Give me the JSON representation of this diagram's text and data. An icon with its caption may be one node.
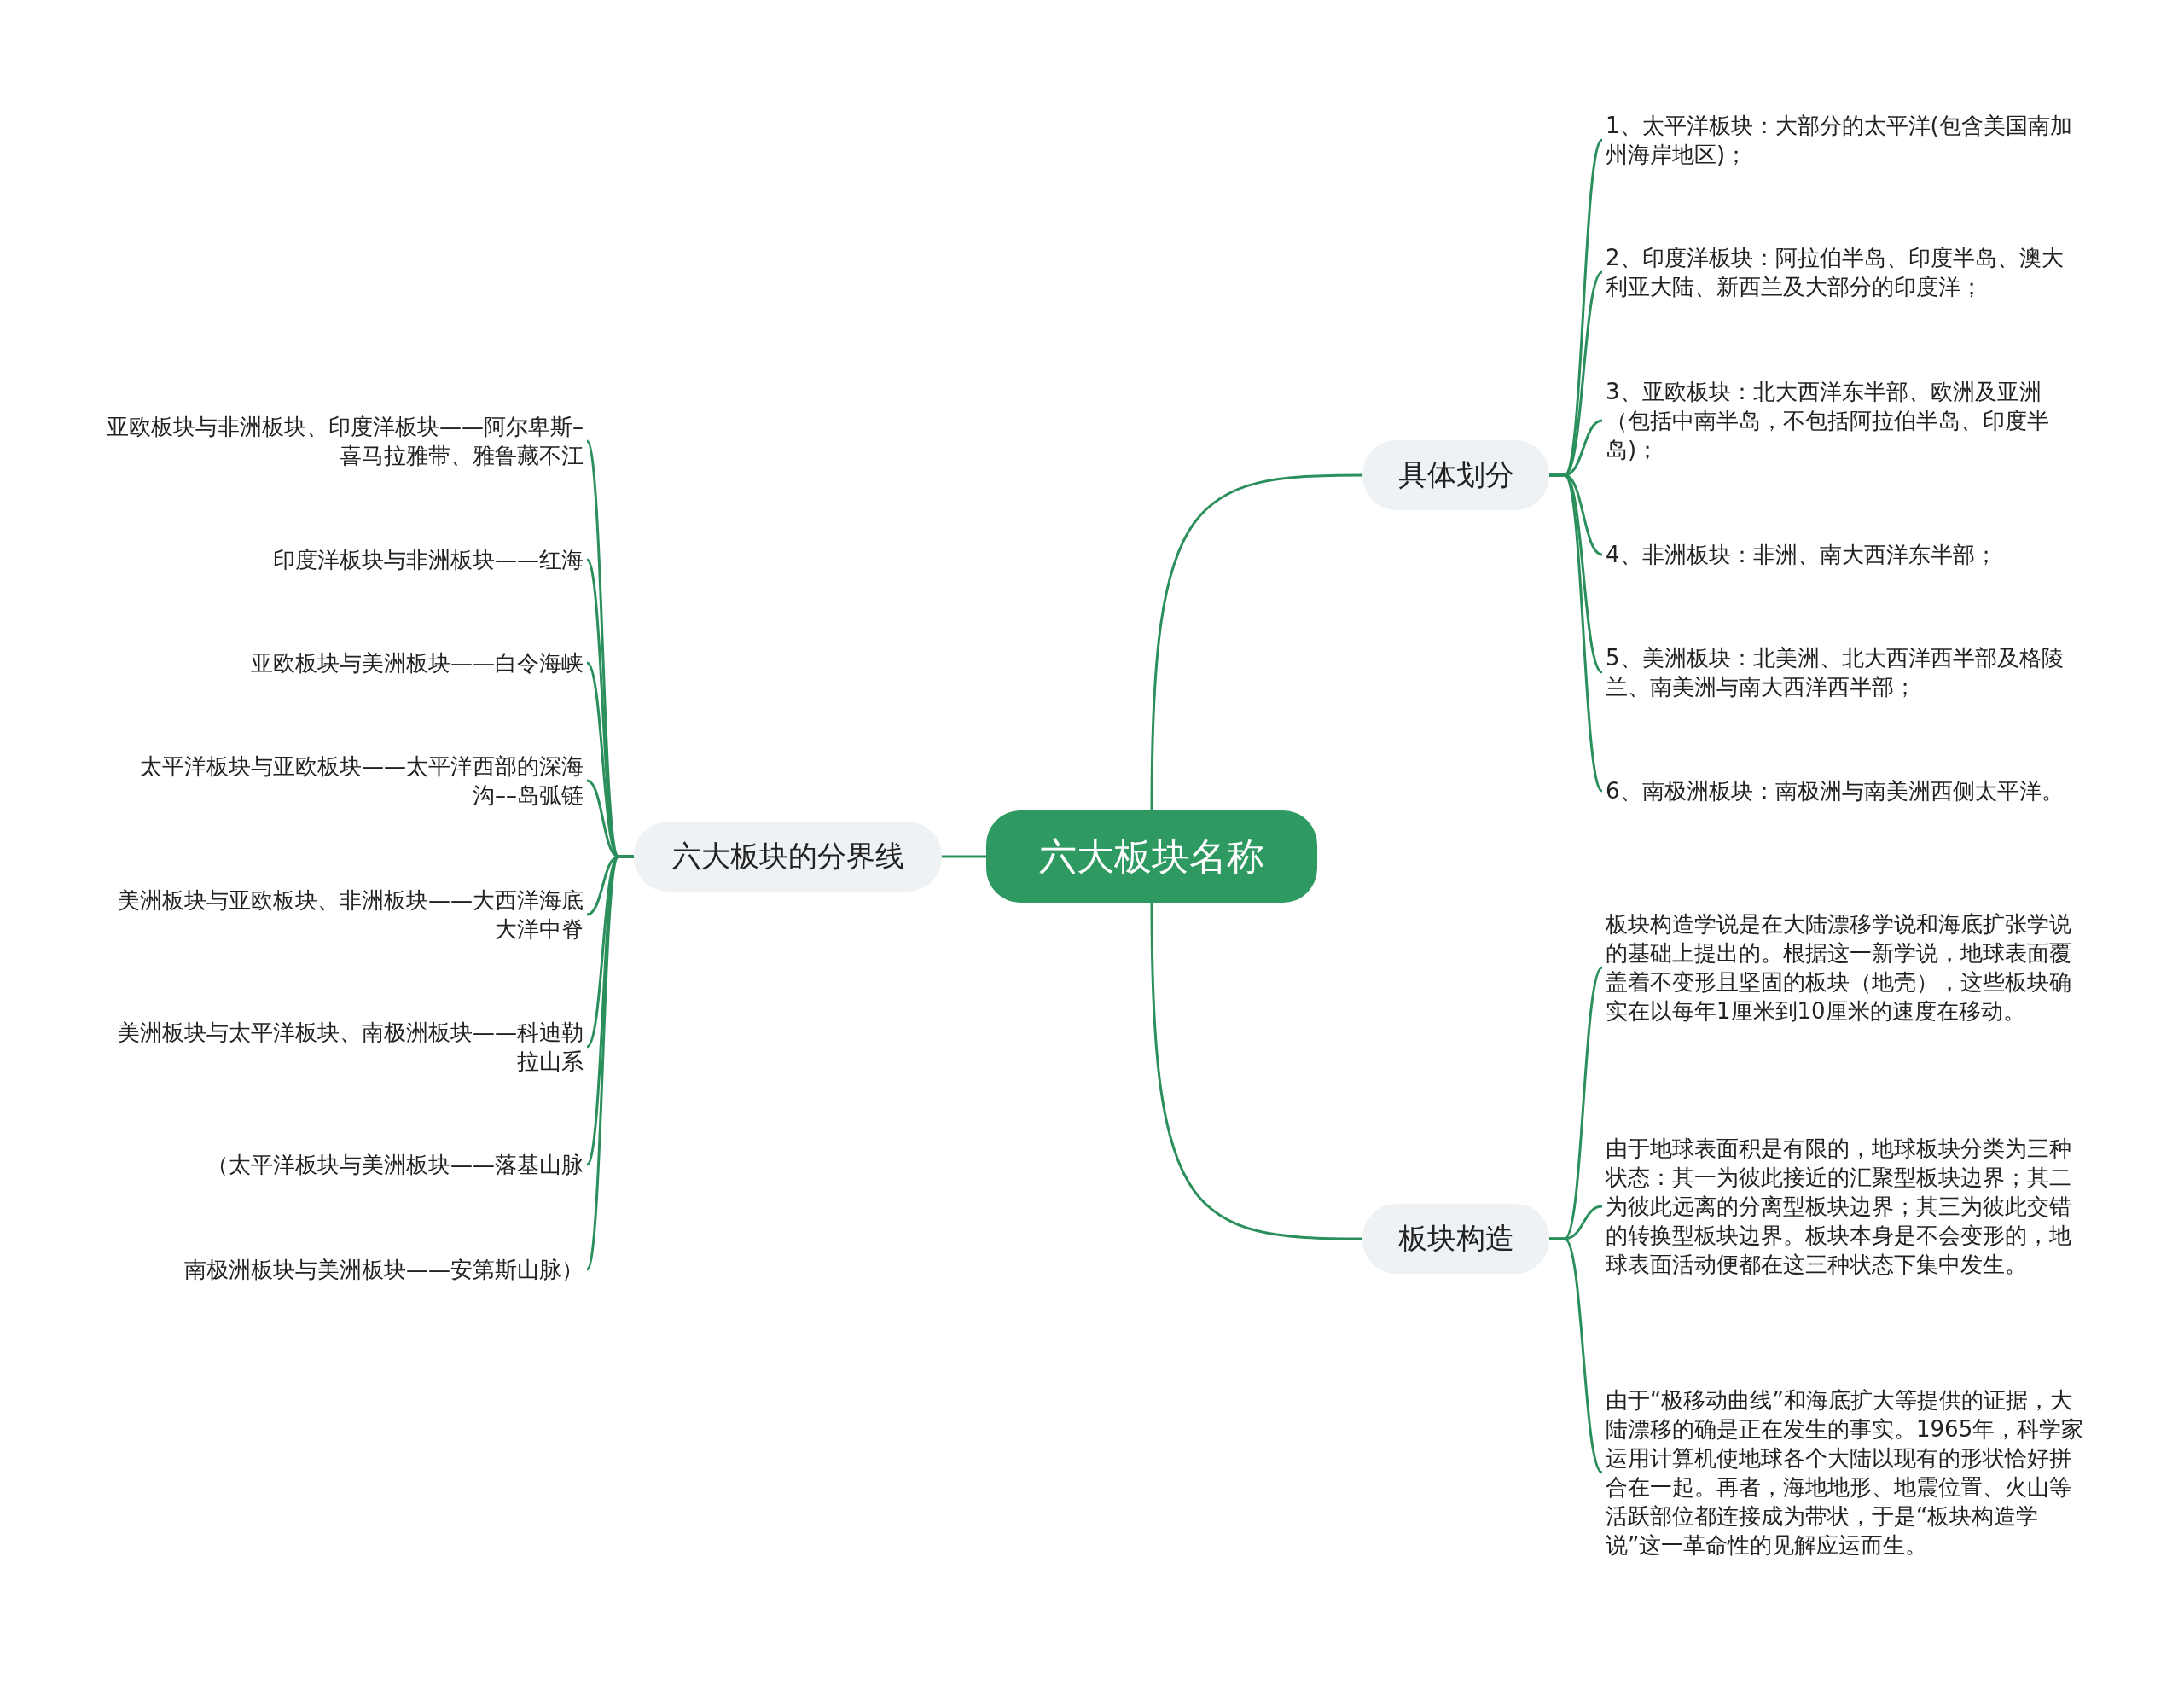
{
  "diagram": {
    "nodes": [
      {
        "text": [
          "六大板块名称"
        ]
      },
      {
        "text": [
          "具体划分"
        ]
      },
      {
        "text": [
          "1、太平洋板块：大部分的太平洋(包含美国南加州海岸地区)；"
        ]
      },
      {
        "text": [
          "2、印度洋板块：阿拉伯半岛、印度半岛、澳大利亚大陆、新西兰及大部分的印度洋；"
        ]
      },
      {
        "text": [
          "3、亚欧板块：北大西洋东半部、欧洲及亚洲（包括中南半岛，不包括阿拉伯半岛、印度半岛)；"
        ]
      },
      {
        "text": [
          "4、非洲板块：非洲、南大西洋东半部；"
        ]
      },
      {
        "text": [
          "5、美洲板块：北美洲、北大西洋西半部及格陵兰、南美洲与南大西洋西半部；"
        ]
      },
      {
        "text": [
          "6、南极洲板块：南极洲与南美洲西侧太平洋。"
        ]
      },
      {
        "text": [
          "板块构造"
        ]
      },
      {
        "text": [
          "板块构造学说是在大陆漂移学说和海底扩张学说的基础上提出的。根据这一新学说，地球表面覆盖着不变形且坚固的板块（地壳），这些板块确实在以每年1厘米到10厘米的速度在移动。"
        ]
      },
      {
        "text": [
          "由于地球表面积是有限的，地球板块分类为三种状态：其一为彼此接近的汇聚型板块边界；其二为彼此远离的分离型板块边界；其三为彼此交错的转换型板块边界。板块本身是不会变形的，地球表面活动便都在这三种状态下集中发生。"
        ]
      },
      {
        "text": [
          "由于“极移动曲线”和海底扩大等提供的证据，大陆漂移的确是正在发生的事实。1965年，科学家运用计算机使地球各个大陆以现有的形状恰好拼合在一起。再者，海地地形、地震位置、火山等活跃部位都连接成为带状，于是“板块构造学说”这一革命性的见解应运而生。"
        ]
      },
      {
        "text": [
          "六大板块的分界线"
        ]
      },
      {
        "text": [
          "亚欧板块与非洲板块、印度洋板块——阿尔卑斯–喜马拉雅带、雅鲁藏不江"
        ]
      },
      {
        "text": [
          "印度洋板块与非洲板块——红海"
        ]
      },
      {
        "text": [
          "亚欧板块与美洲板块——白令海峡"
        ]
      },
      {
        "text": [
          "太平洋板块与亚欧板块——太平洋西部的深海沟––岛弧链"
        ]
      },
      {
        "text": [
          "美洲板块与亚欧板块、非洲板块——大西洋海底大洋中脊"
        ]
      },
      {
        "text": [
          "美洲板块与太平洋板块、南极洲板块——科迪勒拉山系"
        ]
      },
      {
        "text": [
          "（太平洋板块与美洲板块——落基山脉"
        ]
      },
      {
        "text": [
          "南极洲板块与美洲板块——安第斯山脉）"
        ]
      }
    ],
    "edges": [
      {
        "from": 0,
        "to": 1,
        "arrow": "none"
      },
      {
        "from": 1,
        "to": 2,
        "arrow": "none"
      },
      {
        "from": 1,
        "to": 3,
        "arrow": "none"
      },
      {
        "from": 1,
        "to": 4,
        "arrow": "none"
      },
      {
        "from": 1,
        "to": 5,
        "arrow": "none"
      },
      {
        "from": 1,
        "to": 6,
        "arrow": "none"
      },
      {
        "from": 1,
        "to": 7,
        "arrow": "none"
      },
      {
        "from": 0,
        "to": 8,
        "arrow": "none"
      },
      {
        "from": 8,
        "to": 9,
        "arrow": "none"
      },
      {
        "from": 8,
        "to": 10,
        "arrow": "none"
      },
      {
        "from": 8,
        "to": 11,
        "arrow": "none"
      },
      {
        "from": 0,
        "to": 12,
        "arrow": "none"
      },
      {
        "from": 12,
        "to": 13,
        "arrow": "none"
      },
      {
        "from": 12,
        "to": 14,
        "arrow": "none"
      },
      {
        "from": 12,
        "to": 15,
        "arrow": "none"
      },
      {
        "from": 12,
        "to": 16,
        "arrow": "none"
      },
      {
        "from": 12,
        "to": 17,
        "arrow": "none"
      },
      {
        "from": 12,
        "to": 18,
        "arrow": "none"
      },
      {
        "from": 12,
        "to": 19,
        "arrow": "none"
      },
      {
        "from": 12,
        "to": 20,
        "arrow": "none"
      }
    ]
  }
}
